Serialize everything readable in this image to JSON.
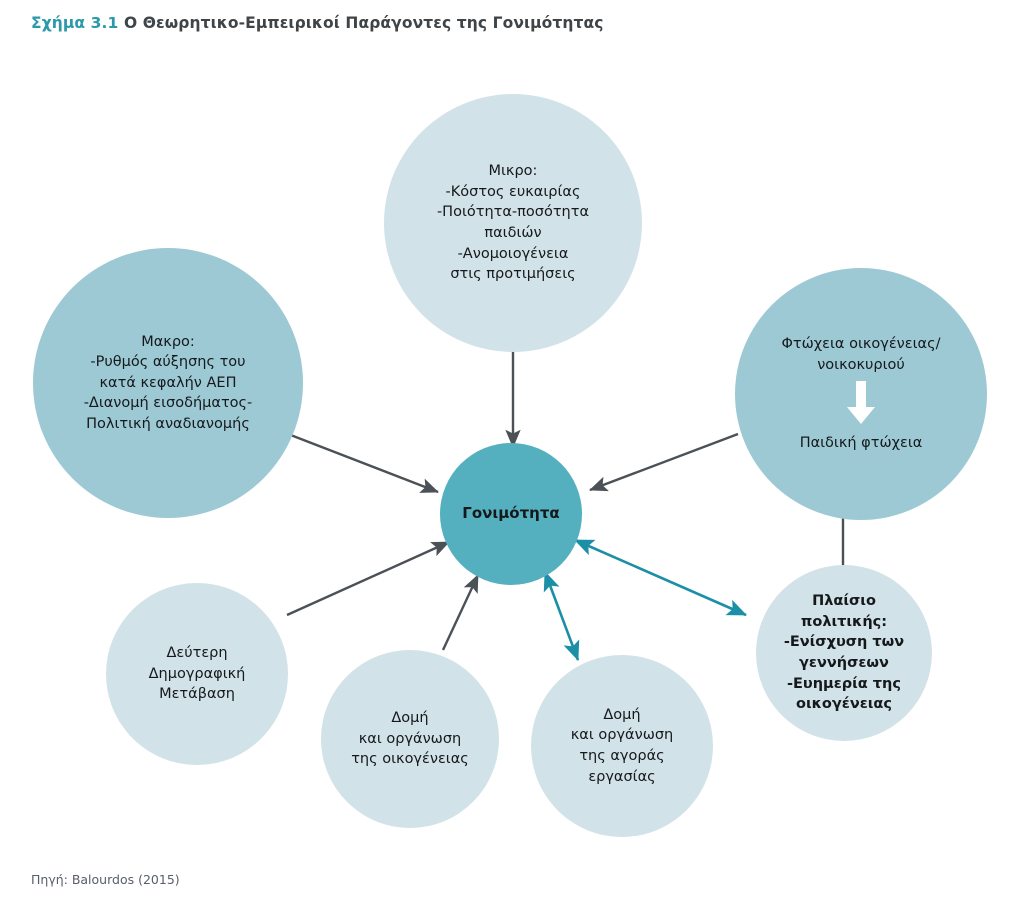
{
  "figure": {
    "number": "Σχήμα 3.1",
    "title": "Ο Θεωρητικο-Εμπειρικοί Παράγοντες της Γονιμότητας",
    "source": "Πηγή: Balourdos (2015)",
    "accent_color": "#2a9aaa",
    "title_color": "#3f4448"
  },
  "palette": {
    "center_fill": "#54b0bf",
    "medium_fill": "#9dc9d5",
    "light_fill": "#d2e2e9",
    "gray_arrow": "#4b5156",
    "teal_arrow": "#1b8fa5",
    "white_arrow": "#ffffff"
  },
  "nodes": {
    "micro": {
      "label": "Μικρο:\n-Κόστος ευκαιρίας\n-Ποιότητα-ποσότητα\nπαιδιών\n-Ανομοιογένεια\nστις προτιμήσεις",
      "fill": "#d2e2e9"
    },
    "macro": {
      "label": "Μακρο:\n-Ρυθμός αύξησης του\nκατά κεφαλήν ΑΕΠ\n-Διανομή εισοδήματος-\nΠολιτική αναδιανομής",
      "fill": "#9dc9d5"
    },
    "poverty": {
      "label_top": "Φτώχεια οικογένειας/\nνοικοκυριού",
      "label_bottom": "Παιδική φτώχεια",
      "fill": "#9dc9d5"
    },
    "center": {
      "label": "Γονιμότητα",
      "fill": "#54b0bf"
    },
    "second_transition": {
      "label": "Δεύτερη\nΔημογραφική\nΜετάβαση",
      "fill": "#d2e2e9"
    },
    "family_structure": {
      "label": "Δομή\nκαι οργάνωση\nτης οικογένειας",
      "fill": "#d2e2e9"
    },
    "labour_market": {
      "label": "Δομή\nκαι οργάνωση\nτης αγοράς\nεργασίας",
      "fill": "#d2e2e9"
    },
    "policy": {
      "label": "Πλαίσιο\nπολιτικής:\n-Ενίσχυση των\nγεννήσεων\n-Ευημερία της\nοικογένειας",
      "fill": "#d2e2e9"
    }
  },
  "edges": [
    {
      "name": "micro-to-fertility",
      "color": "#4b5156",
      "heads": "single"
    },
    {
      "name": "macro-to-fertility",
      "color": "#4b5156",
      "heads": "single"
    },
    {
      "name": "poverty-to-fertility",
      "color": "#4b5156",
      "heads": "single"
    },
    {
      "name": "second-transition-to-fertility",
      "color": "#4b5156",
      "heads": "single"
    },
    {
      "name": "family-structure-to-fertility",
      "color": "#4b5156",
      "heads": "single"
    },
    {
      "name": "policy-to-poverty",
      "color": "#4b5156",
      "heads": "single"
    },
    {
      "name": "fertility-to-policy",
      "color": "#1b8fa5",
      "heads": "double"
    },
    {
      "name": "fertility-to-labour-market",
      "color": "#1b8fa5",
      "heads": "double"
    },
    {
      "name": "poverty-internal",
      "color": "#ffffff",
      "heads": "single"
    }
  ]
}
